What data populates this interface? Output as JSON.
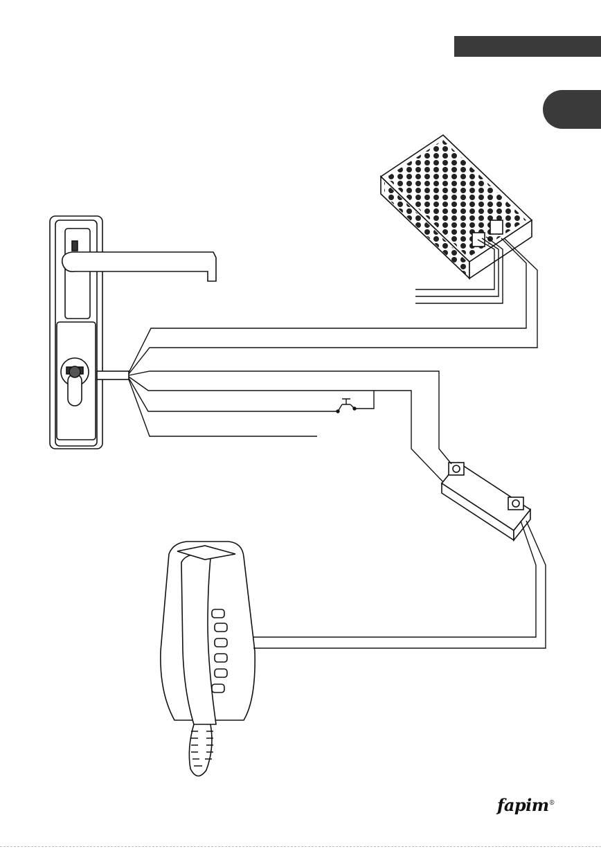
{
  "header": {
    "section_bar": "",
    "side_tab": ""
  },
  "brand": {
    "logo_text": "fapim",
    "mark": "®"
  },
  "components": {
    "lock": "lock-handle",
    "power_supply": "power-supply",
    "relay": "relay-module",
    "intercom": "intercom-handset",
    "switch": "push-button-switch"
  },
  "colors": {
    "line": "#111111",
    "dark": "#3a3a3a"
  }
}
